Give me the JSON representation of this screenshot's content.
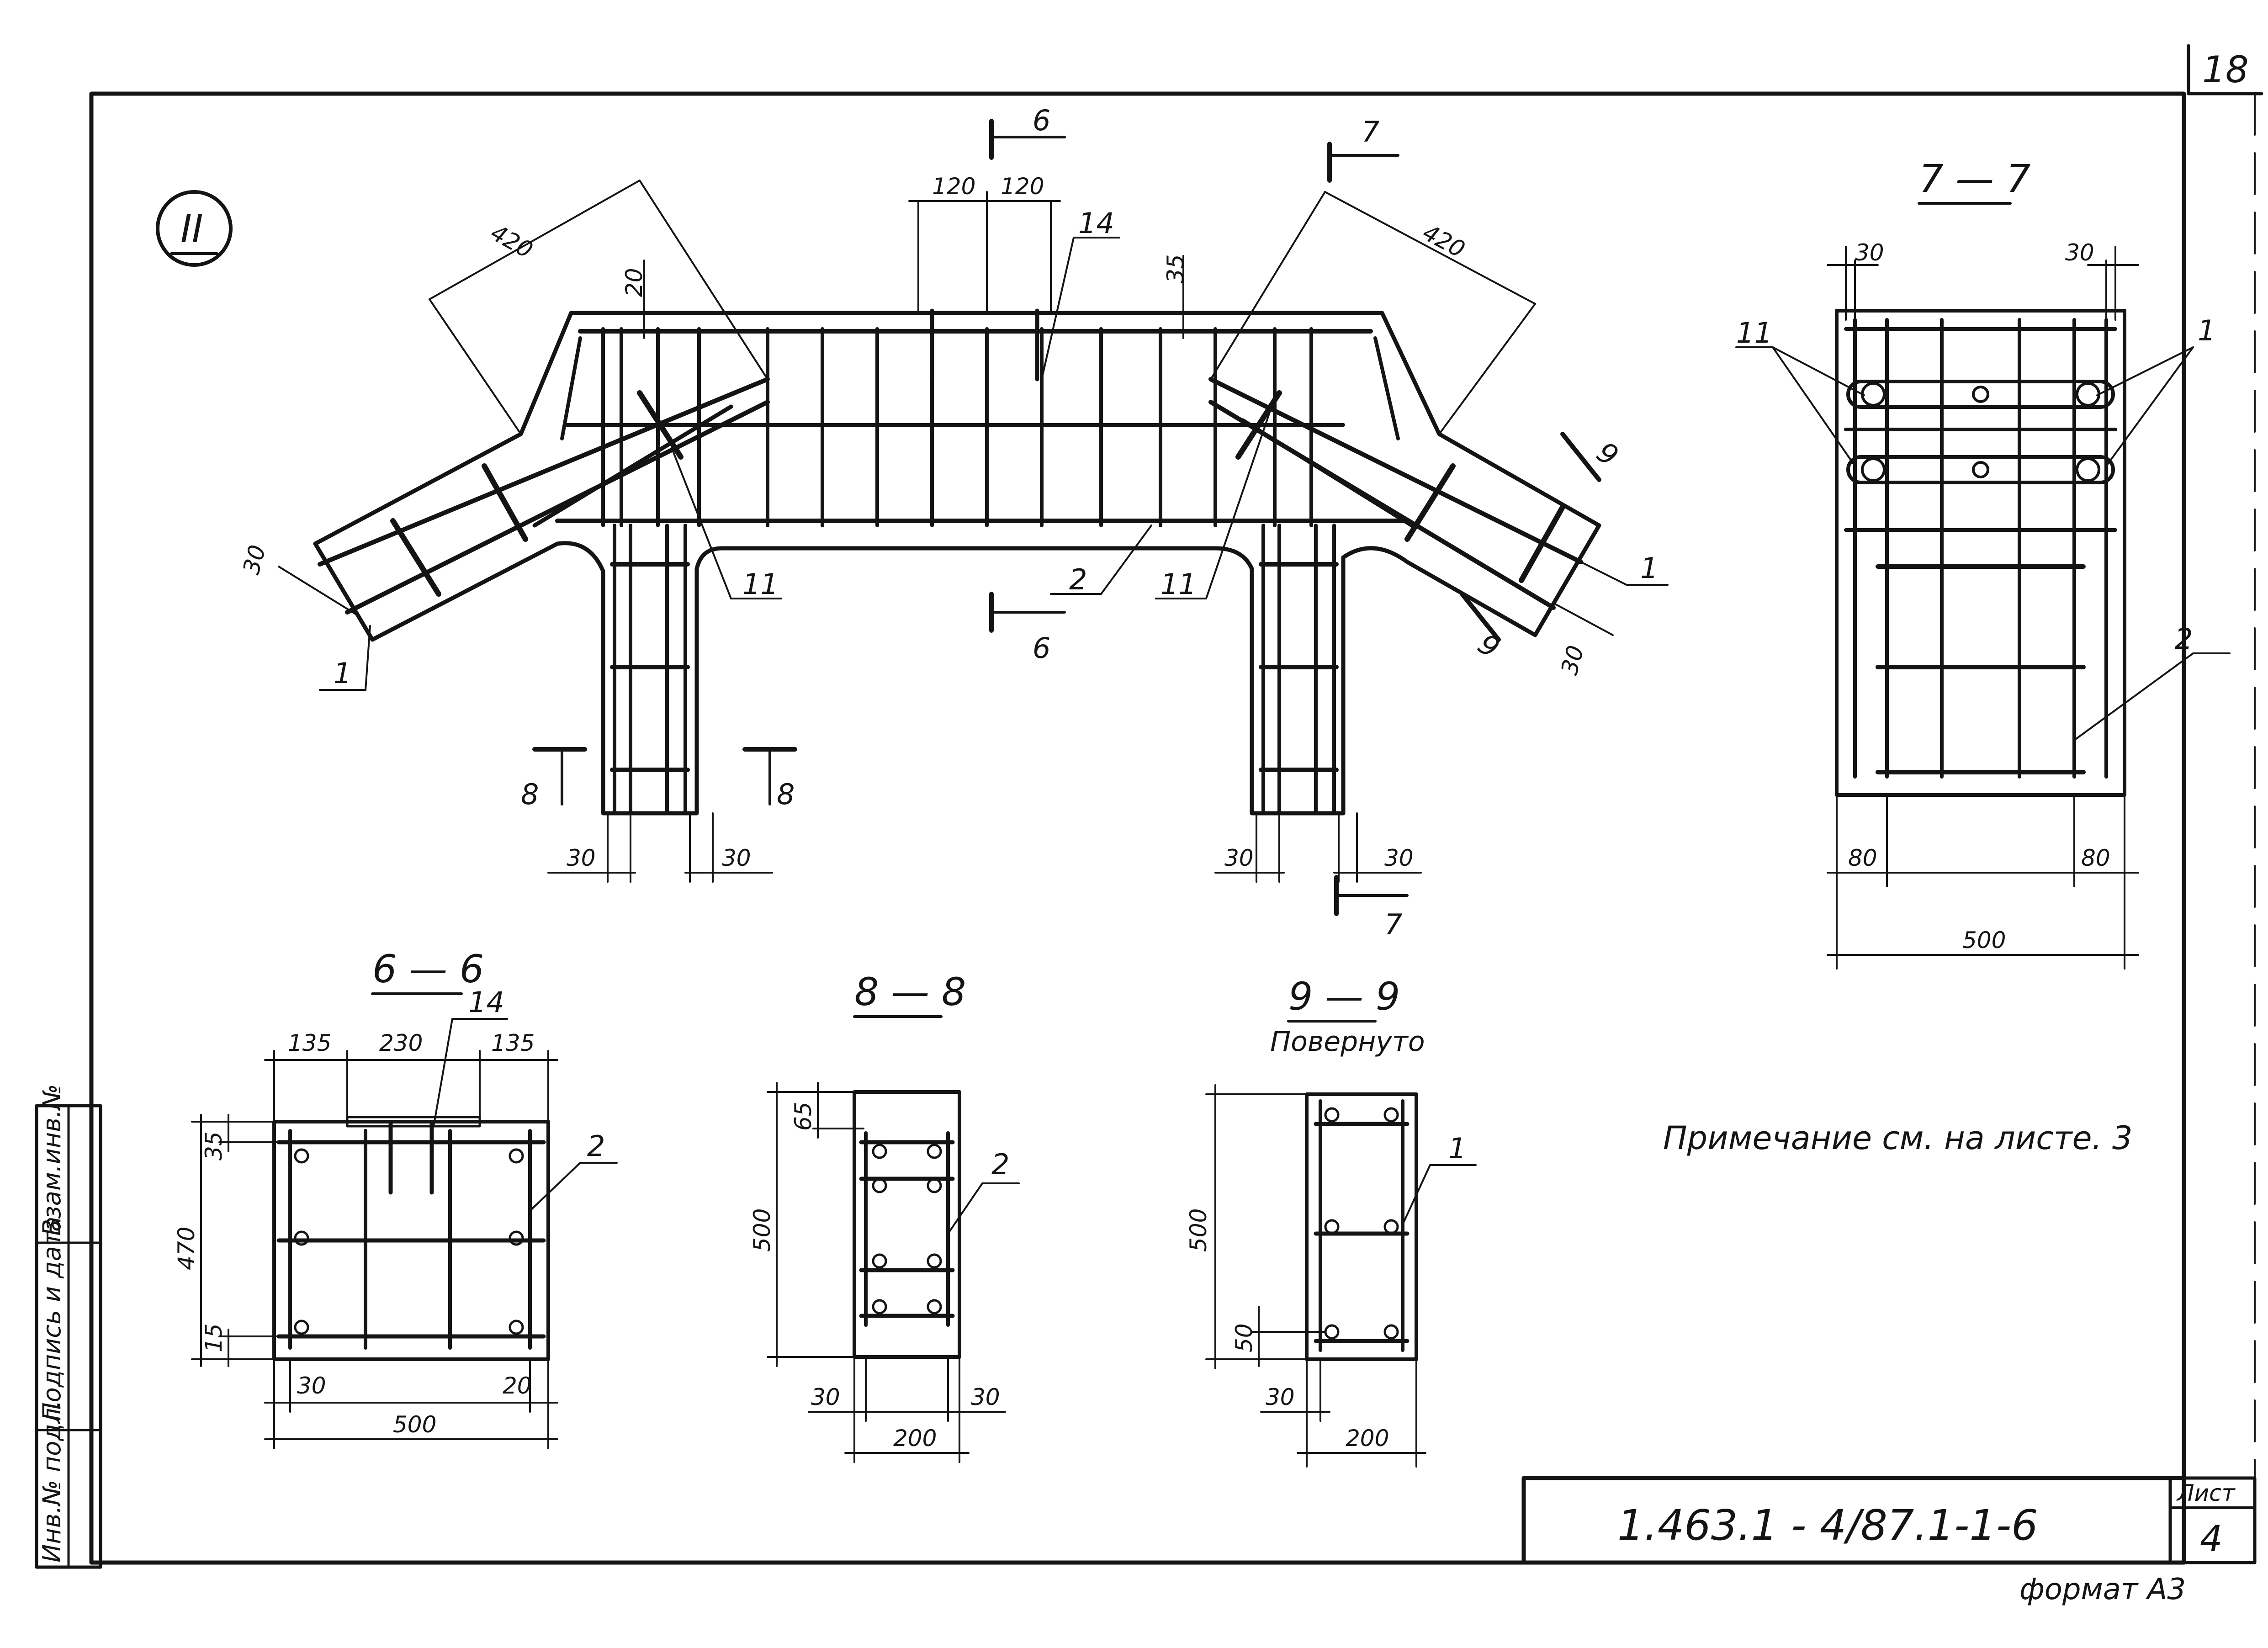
{
  "sheet_number": "18",
  "detail_mark": "II",
  "title_block": {
    "designation": "1.463.1 - 4/87.1-1-6",
    "sheet_label": "Лист",
    "sheet_value": "4",
    "format": "формат А3"
  },
  "side_stamp": {
    "inv_no": "Инв.№ подл.",
    "signature_date": "Подпись и дата",
    "replaces_inv": "Взам.инв.№"
  },
  "note": "Примечание см. на листе. 3",
  "elevation": {
    "dims": {
      "top_120_left": "120",
      "top_120_right": "120",
      "diag_left": "420",
      "diag_right": "420",
      "top_20": "20",
      "top_35": "35",
      "end_30_left": "30",
      "end_30_right": "30",
      "leg_30_a": "30",
      "leg_30_b": "30",
      "leg_30_c": "30",
      "leg_30_d": "30"
    },
    "positions": {
      "p14": "14",
      "p11_left": "11",
      "p11_right": "11",
      "p2": "2",
      "p1_left": "1",
      "p1_right": "1"
    },
    "cuts": {
      "c6_top": "6",
      "c6_bottom": "6",
      "c7_top": "7",
      "c7_bottom": "7",
      "c9_top": "9",
      "c9_bottom": "9",
      "c8_left": "8",
      "c8_right": "8"
    }
  },
  "sections": {
    "s77": {
      "title": "7 — 7",
      "d30_left": "30",
      "d30_right": "30",
      "d80_left": "80",
      "d80_right": "80",
      "d500": "500",
      "p11": "11",
      "p1": "1",
      "p2": "2"
    },
    "s66": {
      "title": "6 — 6",
      "d135_left": "135",
      "d230": "230",
      "d135_right": "135",
      "d35": "35",
      "d470": "470",
      "d15": "15",
      "d30": "30",
      "d20": "20",
      "d500": "500",
      "p14": "14",
      "p2": "2"
    },
    "s88": {
      "title": "8 — 8",
      "d65": "65",
      "d500": "500",
      "d30_left": "30",
      "d30_right": "30",
      "d200": "200",
      "p2": "2"
    },
    "s99": {
      "title": "9 — 9",
      "subtitle": "Повернуто",
      "d500": "500",
      "d50": "50",
      "d30": "30",
      "d200": "200",
      "p1": "1"
    }
  }
}
